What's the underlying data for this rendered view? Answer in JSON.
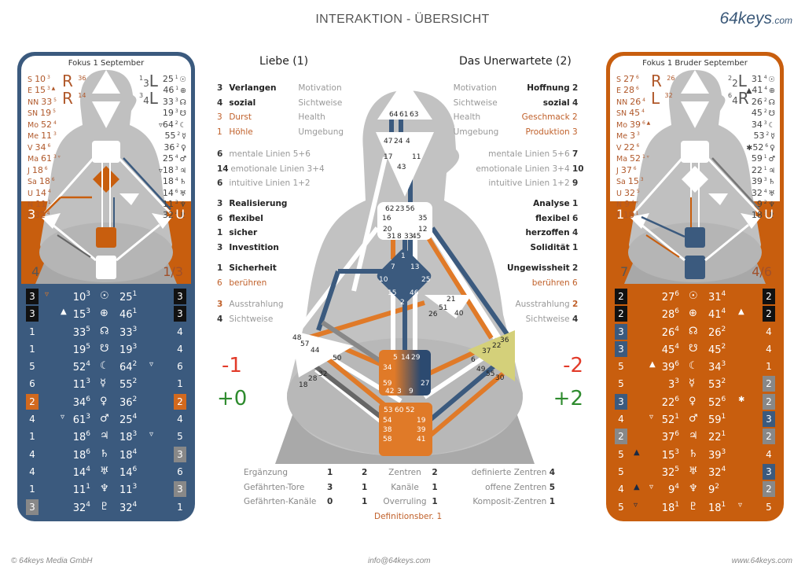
{
  "header": {
    "title": "INTERAKTION - ÜBERSICHT",
    "logo_main": "64keys",
    "logo_suffix": ".com"
  },
  "footer": {
    "copyright": "© 64keys Media GmbH",
    "email": "info@64keys.com",
    "website": "www.64keys.com"
  },
  "colors": {
    "blue": "#3b5a7e",
    "orange": "#c85e0e",
    "center_orange": "#e07a28",
    "yellow": "#d4d07a",
    "red_score": "#e23b2a",
    "green_score": "#2e8b2e"
  },
  "left_panel": {
    "title": "Fokus 1 September",
    "type": "3",
    "type_right": "U",
    "authority": "4",
    "profile": "1/3",
    "rl": [
      {
        "letter": "R",
        "a": "3",
        "b": "6"
      },
      {
        "letter": "R",
        "a": "1",
        "b": "4"
      }
    ],
    "rl_right": [
      {
        "a": "1",
        "num": "3",
        "letter": "L"
      },
      {
        "a": "3",
        "num": "4",
        "letter": "L"
      }
    ],
    "design_planets": [
      {
        "sym": "S",
        "gate": "10",
        "line": "3"
      },
      {
        "sym": "E",
        "gate": "15",
        "line": "3 ▲"
      },
      {
        "sym": "NN",
        "gate": "33",
        "line": "5"
      },
      {
        "sym": "SN",
        "gate": "19",
        "line": "5"
      },
      {
        "sym": "Mo",
        "gate": "52",
        "line": "4"
      },
      {
        "sym": "Me",
        "gate": "11",
        "line": "3"
      },
      {
        "sym": "V",
        "gate": "34",
        "line": "6"
      },
      {
        "sym": "Ma",
        "gate": "61",
        "line": "3 ▿"
      },
      {
        "sym": "J",
        "gate": "18",
        "line": "6"
      },
      {
        "sym": "Sa",
        "gate": "18",
        "line": "6"
      },
      {
        "sym": "U",
        "gate": "14",
        "line": "4"
      },
      {
        "sym": "N",
        "gate": "11",
        "line": "1"
      },
      {
        "sym": "P",
        "gate": "32",
        "line": "4"
      }
    ],
    "personality_planets": [
      {
        "pre": "",
        "gate": "25",
        "line": "1",
        "glyph": "☉"
      },
      {
        "pre": "",
        "gate": "46",
        "line": "1",
        "glyph": "⊕"
      },
      {
        "pre": "",
        "gate": "33",
        "line": "3",
        "glyph": "☊"
      },
      {
        "pre": "",
        "gate": "19",
        "line": "3",
        "glyph": "☋"
      },
      {
        "pre": "▿",
        "gate": "64",
        "line": "2",
        "glyph": "☾"
      },
      {
        "pre": "",
        "gate": "55",
        "line": "2",
        "glyph": "☿"
      },
      {
        "pre": "",
        "gate": "36",
        "line": "2",
        "glyph": "♀"
      },
      {
        "pre": "",
        "gate": "25",
        "line": "4",
        "glyph": "♂"
      },
      {
        "pre": "▿",
        "gate": "18",
        "line": "3",
        "glyph": "♃"
      },
      {
        "pre": "",
        "gate": "18",
        "line": "4",
        "glyph": "♄"
      },
      {
        "pre": "",
        "gate": "14",
        "line": "6",
        "glyph": "♅"
      },
      {
        "pre": "",
        "gate": "11",
        "line": "3",
        "glyph": "♆"
      },
      {
        "pre": "",
        "gate": "32",
        "line": "4",
        "glyph": "♇"
      }
    ],
    "rows": [
      {
        "lbox": "3",
        "lstyle": "black",
        "lmark": "▿",
        "mark2": "",
        "dg": "10",
        "dl": "3",
        "glyph": "☉",
        "pg": "25",
        "pl": "1",
        "pmark": "",
        "rbox": "3",
        "rstyle": "black"
      },
      {
        "lbox": "3",
        "lstyle": "black",
        "lmark": "",
        "mark2": "▲",
        "dg": "15",
        "dl": "3",
        "glyph": "⊕",
        "pg": "46",
        "pl": "1",
        "pmark": "",
        "rbox": "3",
        "rstyle": "black"
      },
      {
        "lbox": "1",
        "lstyle": "",
        "lmark": "",
        "mark2": "",
        "dg": "33",
        "dl": "5",
        "glyph": "☊",
        "pg": "33",
        "pl": "3",
        "pmark": "",
        "rbox": "4",
        "rstyle": ""
      },
      {
        "lbox": "1",
        "lstyle": "",
        "lmark": "",
        "mark2": "",
        "dg": "19",
        "dl": "5",
        "glyph": "☋",
        "pg": "19",
        "pl": "3",
        "pmark": "",
        "rbox": "4",
        "rstyle": ""
      },
      {
        "lbox": "5",
        "lstyle": "",
        "lmark": "",
        "mark2": "",
        "dg": "52",
        "dl": "4",
        "glyph": "☾",
        "pg": "64",
        "pl": "2",
        "pmark": "▿",
        "rbox": "6",
        "rstyle": ""
      },
      {
        "lbox": "6",
        "lstyle": "",
        "lmark": "",
        "mark2": "",
        "dg": "11",
        "dl": "3",
        "glyph": "☿",
        "pg": "55",
        "pl": "2",
        "pmark": "",
        "rbox": "1",
        "rstyle": ""
      },
      {
        "lbox": "2",
        "lstyle": "orange",
        "lmark": "",
        "mark2": "",
        "dg": "34",
        "dl": "6",
        "glyph": "♀",
        "pg": "36",
        "pl": "2",
        "pmark": "",
        "rbox": "2",
        "rstyle": "orange"
      },
      {
        "lbox": "4",
        "lstyle": "",
        "lmark": "",
        "mark2": "▿",
        "dg": "61",
        "dl": "3",
        "glyph": "♂",
        "pg": "25",
        "pl": "4",
        "pmark": "",
        "rbox": "4",
        "rstyle": ""
      },
      {
        "lbox": "1",
        "lstyle": "",
        "lmark": "",
        "mark2": "",
        "dg": "18",
        "dl": "6",
        "glyph": "♃",
        "pg": "18",
        "pl": "3",
        "pmark": "▿",
        "rbox": "5",
        "rstyle": ""
      },
      {
        "lbox": "4",
        "lstyle": "",
        "lmark": "",
        "mark2": "",
        "dg": "18",
        "dl": "6",
        "glyph": "♄",
        "pg": "18",
        "pl": "4",
        "pmark": "",
        "rbox": "3",
        "rstyle": "gray"
      },
      {
        "lbox": "4",
        "lstyle": "",
        "lmark": "",
        "mark2": "",
        "dg": "14",
        "dl": "4",
        "glyph": "♅",
        "pg": "14",
        "pl": "6",
        "pmark": "",
        "rbox": "6",
        "rstyle": ""
      },
      {
        "lbox": "1",
        "lstyle": "",
        "lmark": "",
        "mark2": "",
        "dg": "11",
        "dl": "1",
        "glyph": "♆",
        "pg": "11",
        "pl": "3",
        "pmark": "",
        "rbox": "3",
        "rstyle": "gray"
      },
      {
        "lbox": "3",
        "lstyle": "gray",
        "lmark": "",
        "mark2": "",
        "dg": "32",
        "dl": "4",
        "glyph": "♇",
        "pg": "32",
        "pl": "4",
        "pmark": "",
        "rbox": "1",
        "rstyle": ""
      }
    ]
  },
  "right_panel": {
    "title": "Fokus 1 Bruder September",
    "type": "1",
    "type_right": "U",
    "authority": "7",
    "profile": "4/6",
    "rl": [
      {
        "letter": "R",
        "a": "2",
        "b": "6"
      },
      {
        "letter": "L",
        "a": "3",
        "b": "2"
      }
    ],
    "rl_right": [
      {
        "a": "2",
        "num": "2",
        "letter": "L"
      },
      {
        "a": "6",
        "num": "4",
        "letter": "R"
      }
    ],
    "design_planets": [
      {
        "sym": "S",
        "gate": "27",
        "line": "6"
      },
      {
        "sym": "E",
        "gate": "28",
        "line": "6"
      },
      {
        "sym": "NN",
        "gate": "26",
        "line": "4"
      },
      {
        "sym": "SN",
        "gate": "45",
        "line": "4"
      },
      {
        "sym": "Mo",
        "gate": "39",
        "line": "6 ▲"
      },
      {
        "sym": "Me",
        "gate": "3",
        "line": "3"
      },
      {
        "sym": "V",
        "gate": "22",
        "line": "6"
      },
      {
        "sym": "Ma",
        "gate": "52",
        "line": "1 ▿"
      },
      {
        "sym": "J",
        "gate": "37",
        "line": "6"
      },
      {
        "sym": "Sa",
        "gate": "15",
        "line": "3"
      },
      {
        "sym": "U",
        "gate": "32",
        "line": "5"
      },
      {
        "sym": "N",
        "gate": "9",
        "line": "4 ▿"
      },
      {
        "sym": "P",
        "gate": "18",
        "line": "1"
      }
    ],
    "personality_planets": [
      {
        "pre": "",
        "gate": "31",
        "line": "4",
        "glyph": "☉"
      },
      {
        "pre": "▲",
        "gate": "41",
        "line": "4",
        "glyph": "⊕"
      },
      {
        "pre": "",
        "gate": "26",
        "line": "2",
        "glyph": "☊"
      },
      {
        "pre": "",
        "gate": "45",
        "line": "2",
        "glyph": "☋"
      },
      {
        "pre": "",
        "gate": "34",
        "line": "3",
        "glyph": "☾"
      },
      {
        "pre": "",
        "gate": "53",
        "line": "2",
        "glyph": "☿"
      },
      {
        "pre": "✱",
        "gate": "52",
        "line": "6",
        "glyph": "♀"
      },
      {
        "pre": "",
        "gate": "59",
        "line": "1",
        "glyph": "♂"
      },
      {
        "pre": "",
        "gate": "22",
        "line": "1",
        "glyph": "♃"
      },
      {
        "pre": "",
        "gate": "39",
        "line": "3",
        "glyph": "♄"
      },
      {
        "pre": "",
        "gate": "32",
        "line": "4",
        "glyph": "♅"
      },
      {
        "pre": "",
        "gate": "9",
        "line": "2",
        "glyph": "♆"
      },
      {
        "pre": "",
        "gate": "18",
        "line": "1",
        "glyph": "♇"
      }
    ],
    "rows": [
      {
        "lbox": "2",
        "lstyle": "black",
        "lmark": "",
        "mark2": "",
        "dg": "27",
        "dl": "6",
        "glyph": "☉",
        "pg": "31",
        "pl": "4",
        "pmark": "",
        "rbox": "2",
        "rstyle": "black"
      },
      {
        "lbox": "2",
        "lstyle": "black",
        "lmark": "",
        "mark2": "",
        "dg": "28",
        "dl": "6",
        "glyph": "⊕",
        "pg": "41",
        "pl": "4",
        "pmark": "▲",
        "rbox": "2",
        "rstyle": "black"
      },
      {
        "lbox": "3",
        "lstyle": "blue",
        "lmark": "",
        "mark2": "",
        "dg": "26",
        "dl": "4",
        "glyph": "☊",
        "pg": "26",
        "pl": "2",
        "pmark": "",
        "rbox": "4",
        "rstyle": ""
      },
      {
        "lbox": "3",
        "lstyle": "blue",
        "lmark": "",
        "mark2": "",
        "dg": "45",
        "dl": "4",
        "glyph": "☋",
        "pg": "45",
        "pl": "2",
        "pmark": "",
        "rbox": "4",
        "rstyle": ""
      },
      {
        "lbox": "5",
        "lstyle": "",
        "lmark": "",
        "mark2": "▲",
        "dg": "39",
        "dl": "6",
        "glyph": "☾",
        "pg": "34",
        "pl": "3",
        "pmark": "",
        "rbox": "1",
        "rstyle": ""
      },
      {
        "lbox": "5",
        "lstyle": "",
        "lmark": "",
        "mark2": "",
        "dg": "3",
        "dl": "3",
        "glyph": "☿",
        "pg": "53",
        "pl": "2",
        "pmark": "",
        "rbox": "2",
        "rstyle": "gray"
      },
      {
        "lbox": "3",
        "lstyle": "blue",
        "lmark": "",
        "mark2": "",
        "dg": "22",
        "dl": "6",
        "glyph": "♀",
        "pg": "52",
        "pl": "6",
        "pmark": "✱",
        "rbox": "2",
        "rstyle": "gray"
      },
      {
        "lbox": "4",
        "lstyle": "",
        "lmark": "",
        "mark2": "▿",
        "dg": "52",
        "dl": "1",
        "glyph": "♂",
        "pg": "59",
        "pl": "1",
        "pmark": "",
        "rbox": "3",
        "rstyle": "blue"
      },
      {
        "lbox": "2",
        "lstyle": "gray",
        "lmark": "",
        "mark2": "",
        "dg": "37",
        "dl": "6",
        "glyph": "♃",
        "pg": "22",
        "pl": "1",
        "pmark": "",
        "rbox": "2",
        "rstyle": "gray"
      },
      {
        "lbox": "5",
        "lstyle": "",
        "lmark": "▲",
        "mark2": "",
        "dg": "15",
        "dl": "3",
        "glyph": "♄",
        "pg": "39",
        "pl": "3",
        "pmark": "",
        "rbox": "4",
        "rstyle": ""
      },
      {
        "lbox": "5",
        "lstyle": "",
        "lmark": "",
        "mark2": "",
        "dg": "32",
        "dl": "5",
        "glyph": "♅",
        "pg": "32",
        "pl": "4",
        "pmark": "",
        "rbox": "3",
        "rstyle": "blue"
      },
      {
        "lbox": "4",
        "lstyle": "",
        "lmark": "▲",
        "mark2": "▿",
        "dg": "9",
        "dl": "4",
        "glyph": "♆",
        "pg": "9",
        "pl": "2",
        "pmark": "",
        "rbox": "2",
        "rstyle": "gray"
      },
      {
        "lbox": "5",
        "lstyle": "",
        "lmark": "▿",
        "mark2": "",
        "dg": "18",
        "dl": "1",
        "glyph": "♇",
        "pg": "18",
        "pl": "1",
        "pmark": "▿ ",
        "rbox": "5",
        "rstyle": ""
      }
    ]
  },
  "love": {
    "title": "Liebe (1)",
    "rows": [
      {
        "n": "3",
        "label": "Verlangen",
        "cat": "Motivation",
        "style": "k"
      },
      {
        "n": "4",
        "label": "sozial",
        "cat": "Sichtweise",
        "style": "k"
      },
      {
        "n": "3",
        "label": "Durst",
        "cat": "Health",
        "style": "o"
      },
      {
        "n": "1",
        "label": "Höhle",
        "cat": "Umgebung",
        "style": "o"
      }
    ],
    "lines": [
      {
        "n": "6",
        "label": "mentale Linien 5+6"
      },
      {
        "n": "14",
        "label": "emotionale Linien 3+4"
      },
      {
        "n": "6",
        "label": "intuitive Linien 1+2"
      }
    ],
    "traits": [
      {
        "n": "3",
        "label": "Realisierung"
      },
      {
        "n": "6",
        "label": "flexibel"
      },
      {
        "n": "1",
        "label": "sicher"
      },
      {
        "n": "3",
        "label": "Investition"
      }
    ],
    "extra": [
      {
        "n": "1",
        "label": "Sicherheit",
        "style": "k"
      },
      {
        "n": "6",
        "label": "berühren",
        "style": "o"
      }
    ],
    "aura": [
      {
        "n": "3",
        "label": "Ausstrahlung"
      },
      {
        "n": "4",
        "label": "Sichtweise"
      }
    ],
    "score_neg": "-1",
    "score_pos": "+0"
  },
  "unexpected": {
    "title": "Das Unerwartete (2)",
    "rows": [
      {
        "n": "2",
        "label": "Hoffnung",
        "cat": "Motivation",
        "style": "k"
      },
      {
        "n": "4",
        "label": "sozial",
        "cat": "Sichtweise",
        "style": "k"
      },
      {
        "n": "2",
        "label": "Geschmack",
        "cat": "Health",
        "style": "o"
      },
      {
        "n": "3",
        "label": "Produktion",
        "cat": "Umgebung",
        "style": "o"
      }
    ],
    "lines": [
      {
        "n": "7",
        "label": "mentale Linien 5+6"
      },
      {
        "n": "10",
        "label": "emotionale Linien 3+4"
      },
      {
        "n": "9",
        "label": "intuitive Linien 1+2"
      }
    ],
    "traits": [
      {
        "n": "1",
        "label": "Analyse"
      },
      {
        "n": "6",
        "label": "flexibel"
      },
      {
        "n": "4",
        "label": "herzoffen"
      },
      {
        "n": "1",
        "label": "Solidität"
      }
    ],
    "extra": [
      {
        "n": "2",
        "label": "Ungewissheit",
        "style": "k"
      },
      {
        "n": "6",
        "label": "berühren",
        "style": "o"
      }
    ],
    "aura": [
      {
        "n": "2",
        "label": "Ausstrahlung"
      },
      {
        "n": "4",
        "label": "Sichtweise"
      }
    ],
    "score_neg": "-2",
    "score_pos": "+2"
  },
  "summary": {
    "left": [
      {
        "label": "Ergänzung",
        "a": "1",
        "b": "2"
      },
      {
        "label": "Gefährten-Tore",
        "a": "3",
        "b": "1"
      },
      {
        "label": "Gefährten-Kanäle",
        "a": "0",
        "b": "1"
      }
    ],
    "mid": [
      {
        "label": "Zentren",
        "v": "2"
      },
      {
        "label": "Kanäle",
        "v": "1"
      },
      {
        "label": "Overruling",
        "v": "1"
      }
    ],
    "right": [
      {
        "label": "definierte Zentren",
        "v": "4"
      },
      {
        "label": "offene Zentren",
        "v": "5"
      },
      {
        "label": "Komposit-Zentren",
        "v": "1"
      }
    ],
    "definition_label": "Definitionsber.",
    "definition_value": "1"
  },
  "bodygraph": {
    "head_gates": [
      "64",
      "61",
      "63"
    ],
    "ajna_gates": [
      "47",
      "24",
      "4",
      "17",
      "11",
      "43"
    ],
    "throat_gates": [
      "62",
      "23",
      "56",
      "16",
      "35",
      "20",
      "12",
      "31",
      "8",
      "33",
      "45"
    ],
    "g_gates": [
      "1",
      "7",
      "13",
      "10",
      "25",
      "15",
      "46",
      "2"
    ],
    "ego_gates": [
      "21",
      "51",
      "26",
      "40"
    ],
    "spleen_gates": [
      "48",
      "57",
      "44",
      "50",
      "32",
      "28",
      "18"
    ],
    "sacral_gates": [
      "5",
      "14",
      "29",
      "34",
      "27",
      "59",
      "42",
      "3",
      "9"
    ],
    "solar_gates": [
      "36",
      "22",
      "37",
      "6",
      "49",
      "55",
      "30"
    ],
    "root_gates": [
      "53",
      "60",
      "52",
      "54",
      "19",
      "38",
      "39",
      "58",
      "41"
    ]
  }
}
